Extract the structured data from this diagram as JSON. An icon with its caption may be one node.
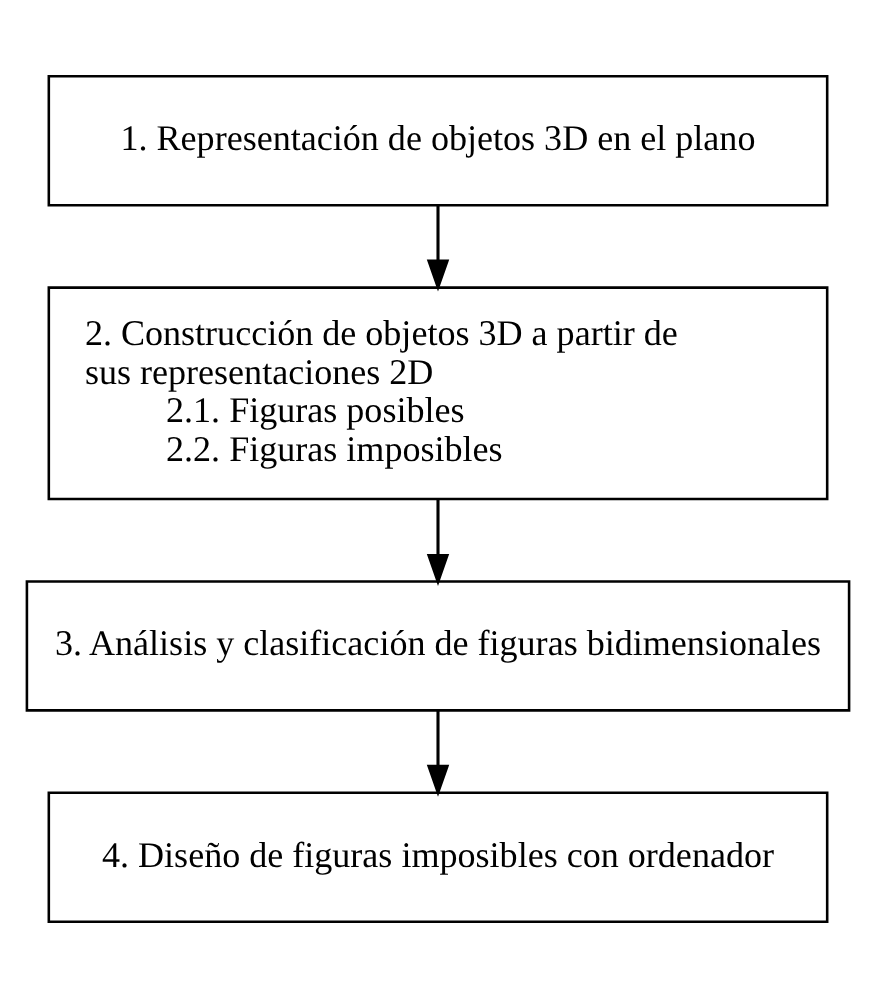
{
  "diagram": {
    "nodes": [
      {
        "text": [
          "1. Representación de objetos 3D en el plano"
        ]
      },
      {
        "text": [
          "2. Construcción de objetos 3D a partir de sus representaciones 2D",
          "2.1. Figuras posibles",
          "2.2. Figuras imposibles"
        ]
      },
      {
        "text": [
          "3. Análisis y clasificación de figuras bidimensionales"
        ]
      },
      {
        "text": [
          "4. Diseño de figuras imposibles con ordenador"
        ]
      }
    ],
    "edges": [
      {
        "from": 0,
        "to": 1,
        "arrow": "to"
      },
      {
        "from": 1,
        "to": 2,
        "arrow": "to"
      },
      {
        "from": 2,
        "to": 3,
        "arrow": "to"
      }
    ]
  }
}
